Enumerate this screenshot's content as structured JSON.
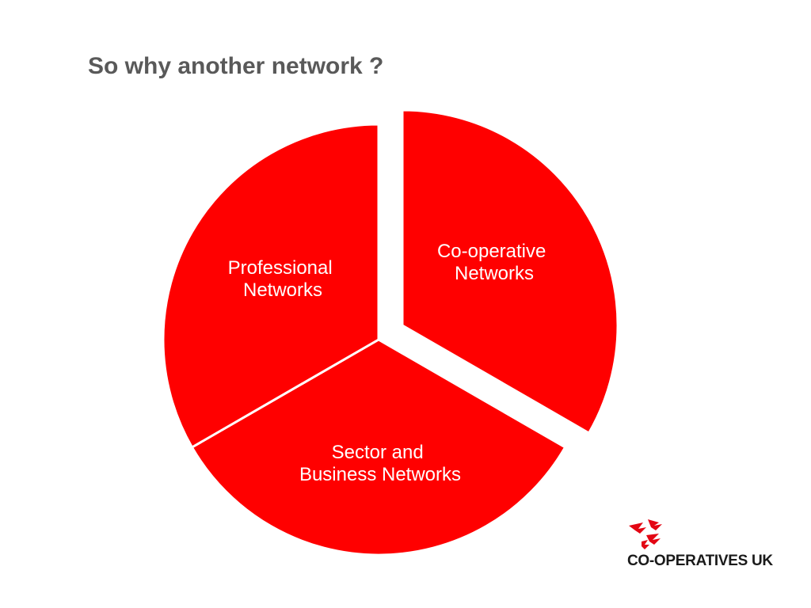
{
  "slide": {
    "title": "So why another network ?"
  },
  "diagram": {
    "type": "pie",
    "color": "#ff0000",
    "segments": [
      {
        "id": "cooperative",
        "lines": [
          "Co-operative",
          "Networks"
        ],
        "exploded": true
      },
      {
        "id": "sector",
        "lines": [
          "Sector and",
          "Business Networks"
        ],
        "exploded": false
      },
      {
        "id": "professional",
        "lines": [
          "Professional",
          "Networks"
        ],
        "exploded": false
      }
    ]
  },
  "logo": {
    "text": "CO-OPERATIVES UK",
    "icon": "birds-icon",
    "color": "#e30613"
  }
}
